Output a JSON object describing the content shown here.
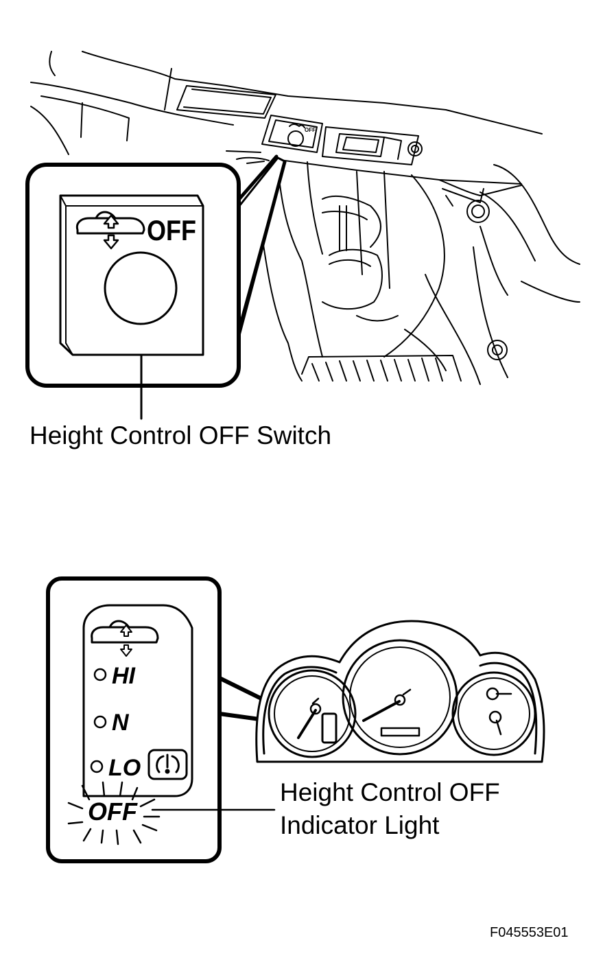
{
  "figure_code": "F045553E01",
  "switch_callout": "Height Control OFF Switch",
  "switch_off_text": "OFF",
  "indicator_callout": {
    "line1": "Height Control OFF",
    "line2": "Indicator Light"
  },
  "indicator_panel": {
    "hi": "HI",
    "n": "N",
    "lo": "LO",
    "off": "OFF"
  },
  "colors": {
    "ink": "#000000",
    "paper": "#ffffff"
  },
  "icons": [
    "vehicle-height-icon",
    "up-arrow-icon",
    "down-arrow-icon",
    "height-control-warning-icon",
    "light-burst-icon"
  ]
}
